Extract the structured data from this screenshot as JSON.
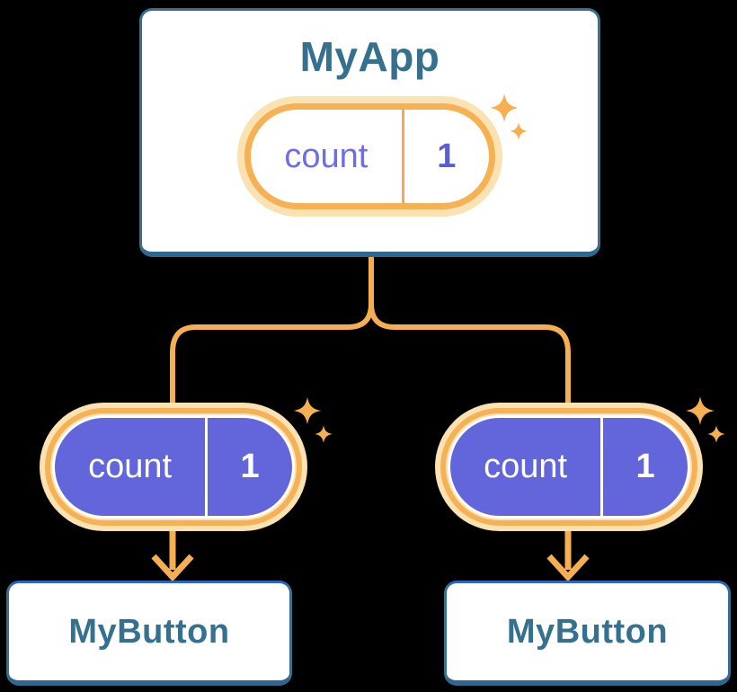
{
  "diagram": {
    "root": {
      "title": "MyApp",
      "state": {
        "key": "count",
        "value": "1"
      }
    },
    "children": [
      {
        "title": "MyButton",
        "state": {
          "key": "count",
          "value": "1"
        }
      },
      {
        "title": "MyButton",
        "state": {
          "key": "count",
          "value": "1"
        }
      }
    ]
  },
  "icons": {
    "sparkle": "four-pointed-star",
    "arrow": "arrow-down",
    "connector": "branching-tree-lines"
  },
  "colors": {
    "background": "#000000",
    "card_fill": "#ffffff",
    "card_border": "#35718f",
    "card_border_bottom": "#2e688e",
    "child_card_top_highlight": "#2b63c9",
    "title_text": "#35718f",
    "connector_orange": "#f5ae52",
    "ring_orange": "#f6b155",
    "ring_pale": "#fbe2b3",
    "pill_purple": "#6266da",
    "state_key_text": "#6e6ee4",
    "state_value_text": "#5c5cd9",
    "pill_dark_text": "#ffffff"
  }
}
